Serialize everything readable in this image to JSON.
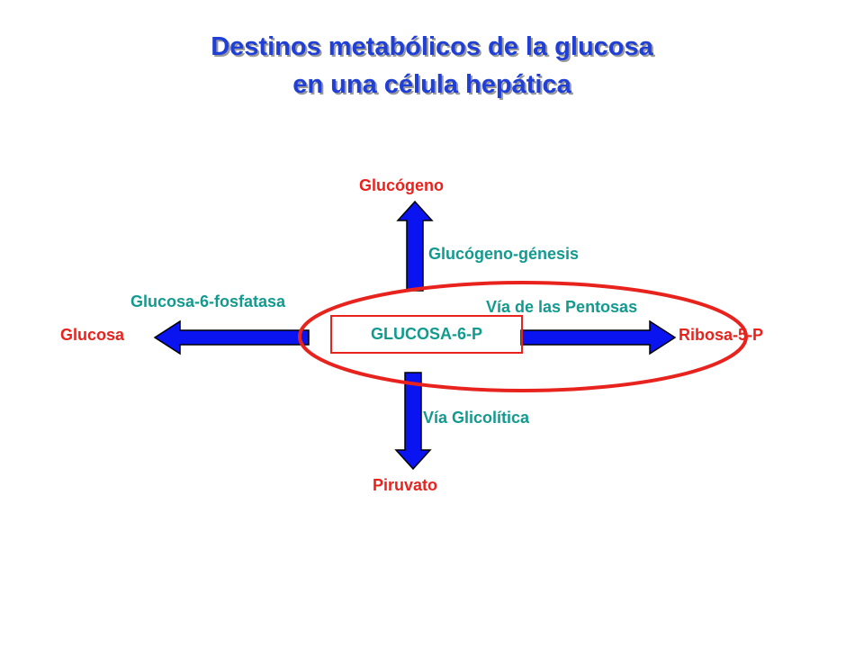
{
  "title": {
    "line1": "Destinos metabólicos de la glucosa",
    "line2": "en una célula hepática"
  },
  "center": "GLUCOSA-6-P",
  "products": {
    "top": "Glucógeno",
    "left": "Glucosa",
    "right": "Ribosa-5-P",
    "bottom": "Piruvato"
  },
  "pathways": {
    "top": "Glucógeno-génesis",
    "left": "Glucosa-6-fosfatasa",
    "right": "Vía de las Pentosas",
    "bottom": "Vía Glicolítica"
  },
  "colors": {
    "title": "#1f3fd6",
    "product": "#e8231e",
    "pathway": "#139a8f",
    "arrow": "#0a14f0",
    "highlight": "#e8231e"
  }
}
